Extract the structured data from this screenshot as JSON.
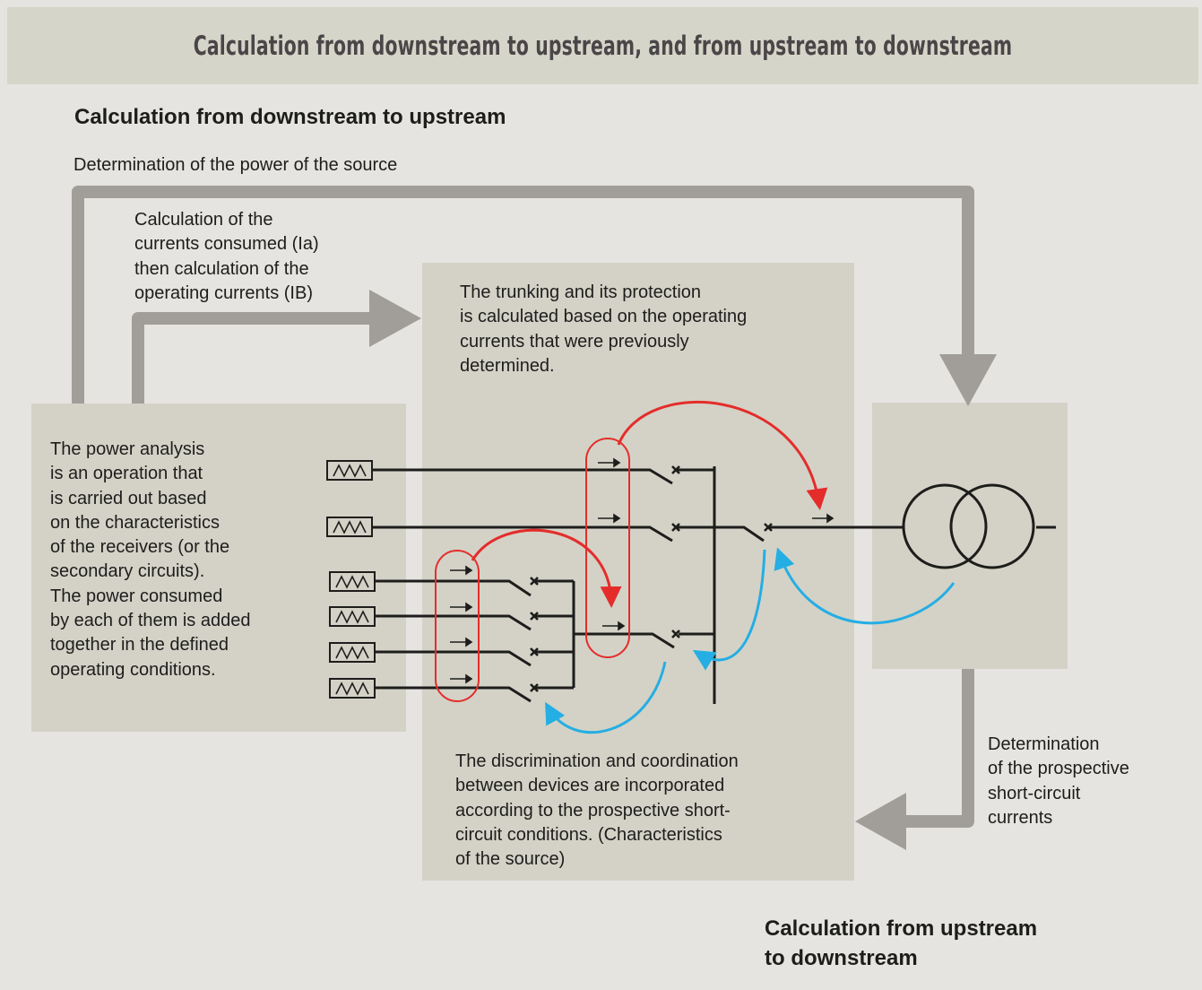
{
  "header": {
    "title": "Calculation from downstream to upstream, and from upstream to downstream"
  },
  "sections": {
    "downstream_to_upstream": "Calculation from downstream to upstream",
    "upstream_to_downstream": "Calculation from upstream\nto downstream"
  },
  "labels": {
    "source_power": "Determination of the power of the source",
    "currents": "Calculation of the\ncurrents consumed (Ia)\nthen calculation of the\noperating currents (IB)",
    "trunking": "The trunking and its protection\nis calculated based on the operating\ncurrents that were previously\ndetermined.",
    "power_analysis": "The power analysis\nis an operation that\nis carried out based\non the characteristics\nof the receivers (or the\nsecondary circuits).\nThe power consumed\nby each of them is added\ntogether in the defined\noperating conditions.",
    "discrimination": "The discrimination and coordination\nbetween devices are incorporated\naccording to the prospective short-\ncircuit conditions. (Characteristics\nof the source)",
    "short_circuit": "Determination\nof the prospective\nshort-circuit\ncurrents"
  },
  "colors": {
    "panel": "#d4d2c7",
    "flow_arrow": "#a19e99",
    "red_arrow": "#e42d2b",
    "blue_arrow": "#25aee3",
    "circuit": "#1d1d1b"
  },
  "icons": [
    "receiver-resistor-icon",
    "breaker-switch-icon",
    "transformer-icon",
    "current-arrow-icon"
  ]
}
